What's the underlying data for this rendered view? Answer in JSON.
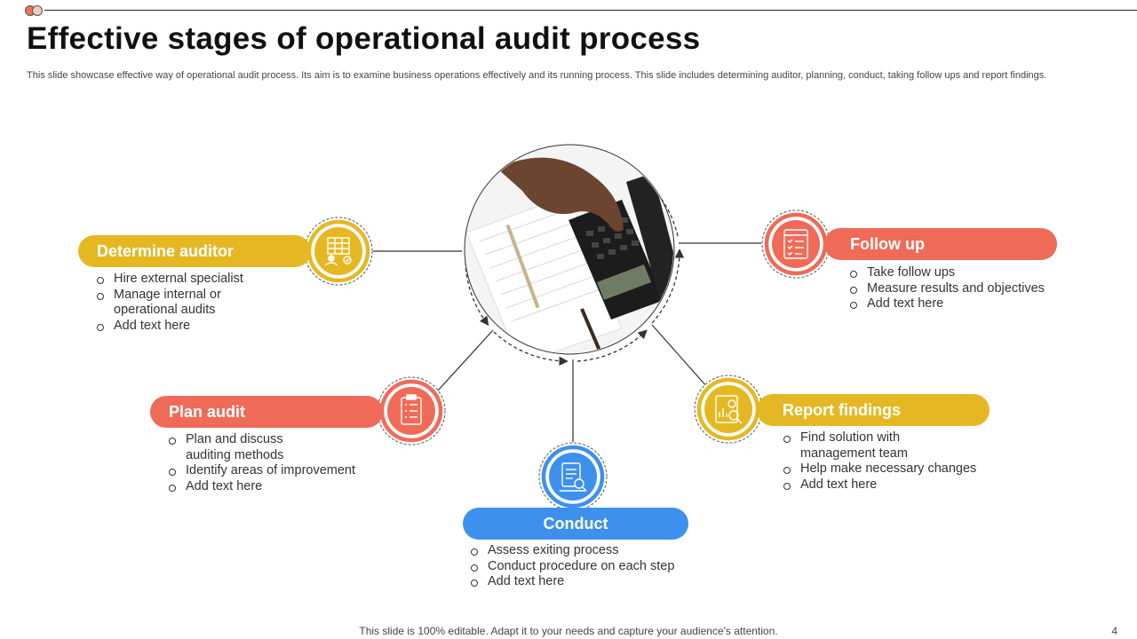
{
  "slide": {
    "title": "Effective stages of operational audit process",
    "subtitle": "This slide showcase effective way of operational audit process. Its aim is to examine business operations effectively and its running process. This slide includes determining auditor, planning, conduct, taking follow ups and report findings.",
    "footer": "This slide is 100% editable. Adapt it to your needs and capture your audience's attention.",
    "page_number": "4"
  },
  "center_image": {
    "icon": "calculator-notebook-photo"
  },
  "stages": {
    "determine": {
      "title": "Determine auditor",
      "color": "#e5b823",
      "icon": "auditor-table-icon",
      "bullets": [
        "Hire external specialist",
        "Manage internal or operational audits",
        "Add text here"
      ]
    },
    "plan": {
      "title": "Plan audit",
      "color": "#ef6b58",
      "icon": "clipboard-checklist-icon",
      "bullets": [
        "Plan and discuss auditing methods",
        "Identify areas of improvement",
        "Add text here"
      ]
    },
    "conduct": {
      "title": "Conduct",
      "color": "#3d91ec",
      "icon": "document-magnifier-icon",
      "bullets": [
        "Assess exiting process",
        "Conduct procedure on each step",
        "Add text here"
      ]
    },
    "report": {
      "title": "Report findings",
      "color": "#e5b823",
      "icon": "report-chart-icon",
      "bullets": [
        "Find solution with management team",
        "Help make necessary changes",
        "Add text here"
      ]
    },
    "followup": {
      "title": "Follow up",
      "color": "#ef6b58",
      "icon": "checklist-icon",
      "bullets": [
        "Take follow ups",
        "Measure results and objectives",
        "Add text here"
      ]
    }
  }
}
